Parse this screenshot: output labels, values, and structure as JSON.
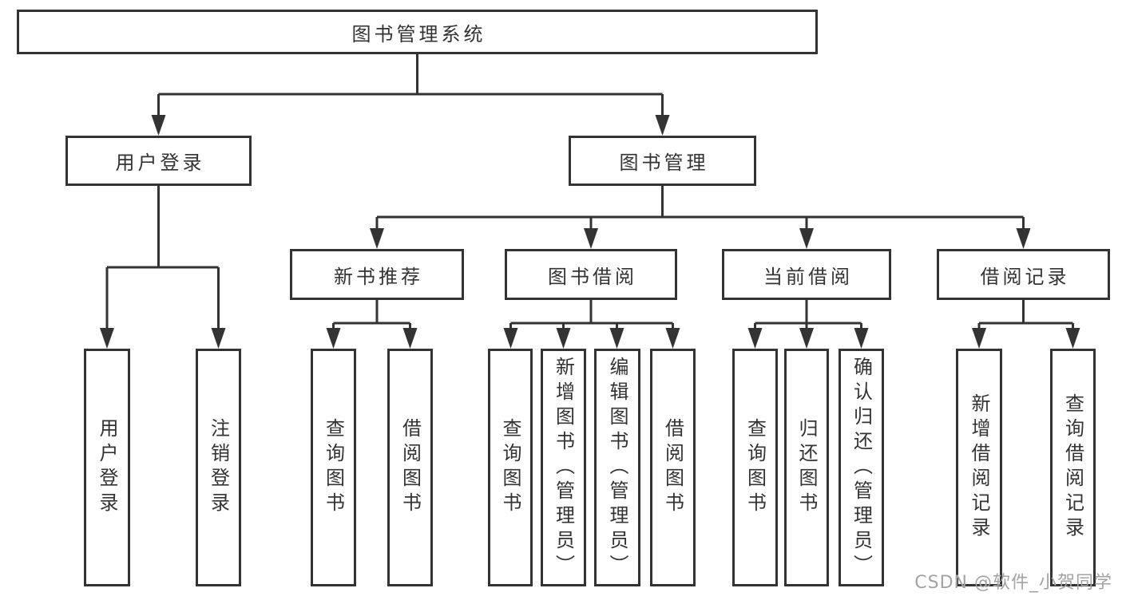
{
  "diagram": {
    "root": {
      "label": "图书管理系统"
    },
    "level2": [
      {
        "id": "user-login",
        "label": "用户登录"
      },
      {
        "id": "book-management",
        "label": "图书管理"
      }
    ],
    "level3": [
      {
        "id": "new-book-recommend",
        "label": "新书推荐"
      },
      {
        "id": "book-borrowing",
        "label": "图书借阅"
      },
      {
        "id": "current-borrowing",
        "label": "当前借阅"
      },
      {
        "id": "borrowing-records",
        "label": "借阅记录"
      }
    ],
    "leaves": [
      {
        "parent": "user-login",
        "label": "用户登录"
      },
      {
        "parent": "user-login",
        "label": "注销登录"
      },
      {
        "parent": "new-book-recommend",
        "label": "查询图书"
      },
      {
        "parent": "new-book-recommend",
        "label": "借阅图书"
      },
      {
        "parent": "book-borrowing",
        "label": "查询图书"
      },
      {
        "parent": "book-borrowing",
        "label": "新增图书（管理员）"
      },
      {
        "parent": "book-borrowing",
        "label": "编辑图书（管理员）"
      },
      {
        "parent": "book-borrowing",
        "label": "借阅图书"
      },
      {
        "parent": "current-borrowing",
        "label": "查询图书"
      },
      {
        "parent": "current-borrowing",
        "label": "归还图书"
      },
      {
        "parent": "current-borrowing",
        "label": "确认归还（管理员）"
      },
      {
        "parent": "borrowing-records",
        "label": "新增借阅记录"
      },
      {
        "parent": "borrowing-records",
        "label": "查询借阅记录"
      }
    ]
  },
  "watermark": {
    "text": "CSDN @软件_小贺同学"
  },
  "colors": {
    "line": "#333333",
    "text": "#333333",
    "node_background": "#ffffff",
    "watermark": "#a3a3a3",
    "background": "#ffffff"
  }
}
